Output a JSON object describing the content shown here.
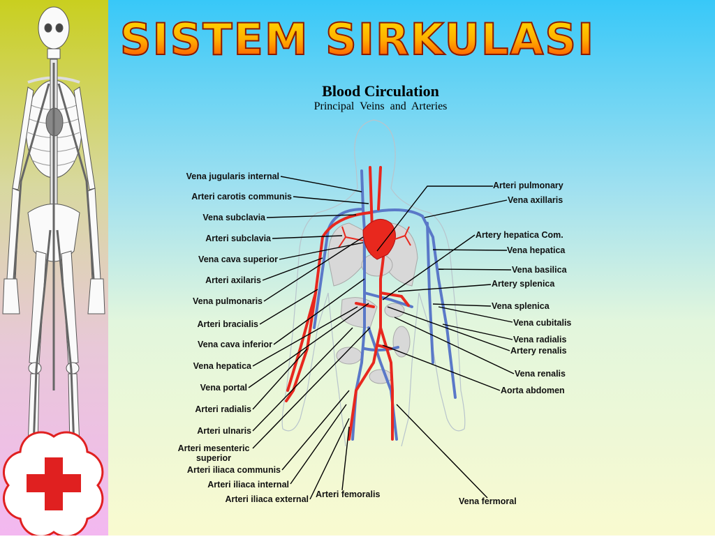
{
  "title": "SISTEM SIRKULASI",
  "diagram": {
    "title": "Blood  Circulation",
    "subtitle": "Principal  Veins  and  Arteries"
  },
  "labels_left": [
    "Vena jugularis internal",
    "Arteri carotis communis",
    "Vena subclavia",
    "Arteri subclavia",
    "Vena cava superior",
    "Arteri axilaris",
    "Vena pulmonaris",
    "Arteri bracialis",
    "Vena cava inferior",
    "Vena hepatica",
    "Vena portal",
    "Arteri radialis",
    "Arteri ulnaris",
    "Arteri mesenteric\nsuperior",
    "Arteri iliaca communis",
    "Arteri iliaca internal",
    "Arteri iliaca external"
  ],
  "labels_right": [
    "Arteri pulmonary",
    "Vena axillaris",
    "Artery hepatica Com.",
    "Vena hepatica",
    "Vena basilica",
    "Artery splenica",
    "Vena splenica",
    "Vena cubitalis",
    "Vena radialis",
    "Artery renalis",
    "Vena renalis",
    "Aorta abdomen"
  ],
  "labels_bottom": [
    "Arteri femoralis",
    "Vena fermoral"
  ],
  "colors": {
    "artery": "#e8281e",
    "vein": "#5a78c8",
    "organ": "#d8d8d8",
    "cross": "#e02020"
  },
  "icons": [
    "skeleton-illustration",
    "red-cross-logo"
  ]
}
